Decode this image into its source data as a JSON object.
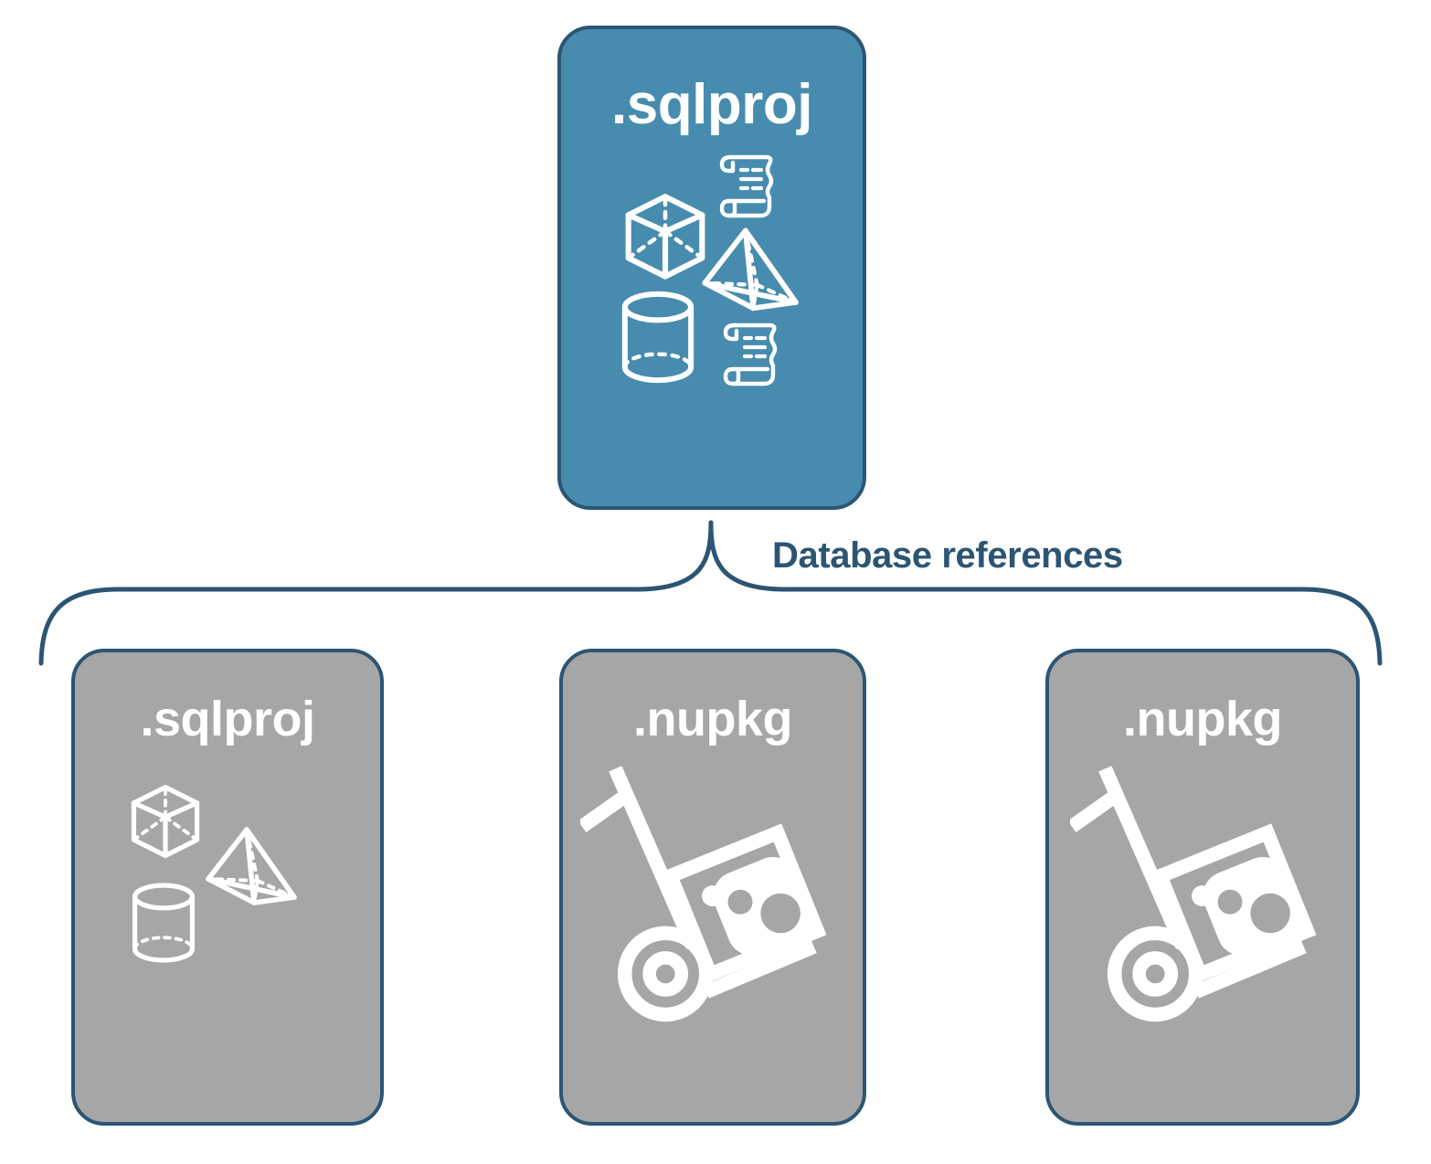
{
  "diagram": {
    "title_text": "Database references",
    "colors": {
      "card_primary": "#478caf",
      "card_secondary": "#a6a6a6",
      "stroke": "#2c5574",
      "icon": "#ffffff",
      "background": "#ffffff"
    },
    "top_node": {
      "label": ".sqlproj",
      "kind": "sqlproj",
      "fill": "#478caf",
      "icons": [
        "cube-icon",
        "scroll-icon",
        "pyramid-icon",
        "cylinder-icon",
        "scroll-icon"
      ]
    },
    "connector": {
      "label": "Database references",
      "style": "curly-bracket",
      "direction": "one-to-many",
      "branch_count": 3
    },
    "child_nodes": [
      {
        "label": ".sqlproj",
        "kind": "sqlproj",
        "fill": "#a6a6a6",
        "icons": [
          "cube-icon",
          "pyramid-icon",
          "cylinder-icon"
        ]
      },
      {
        "label": ".nupkg",
        "kind": "nupkg",
        "fill": "#a6a6a6",
        "icons": [
          "nuget-package-dolly-icon"
        ]
      },
      {
        "label": ".nupkg",
        "kind": "nupkg",
        "fill": "#a6a6a6",
        "icons": [
          "nuget-package-dolly-icon"
        ]
      }
    ]
  }
}
